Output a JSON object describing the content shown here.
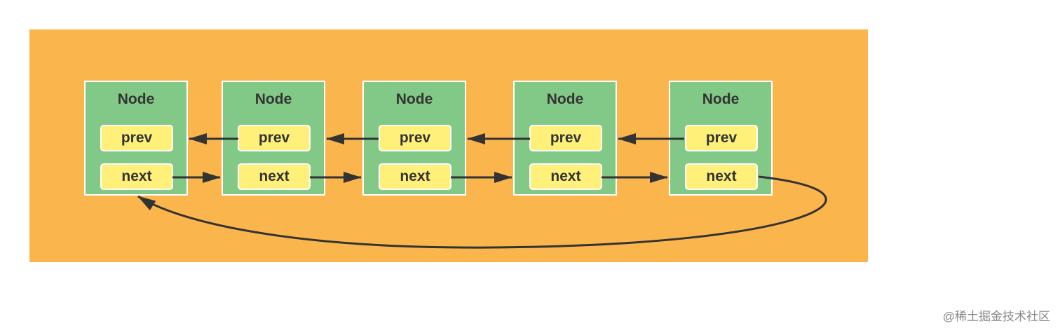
{
  "diagram": {
    "background_color": "#fbb54d",
    "node_color": "#82c886",
    "field_color": "#fff07a",
    "arrow_color": "#333333",
    "nodes": [
      {
        "title": "Node",
        "prev": "prev",
        "next": "next"
      },
      {
        "title": "Node",
        "prev": "prev",
        "next": "next"
      },
      {
        "title": "Node",
        "prev": "prev",
        "next": "next"
      },
      {
        "title": "Node",
        "prev": "prev",
        "next": "next"
      },
      {
        "title": "Node",
        "prev": "prev",
        "next": "next"
      }
    ]
  },
  "watermark": "@稀土掘金技术社区"
}
